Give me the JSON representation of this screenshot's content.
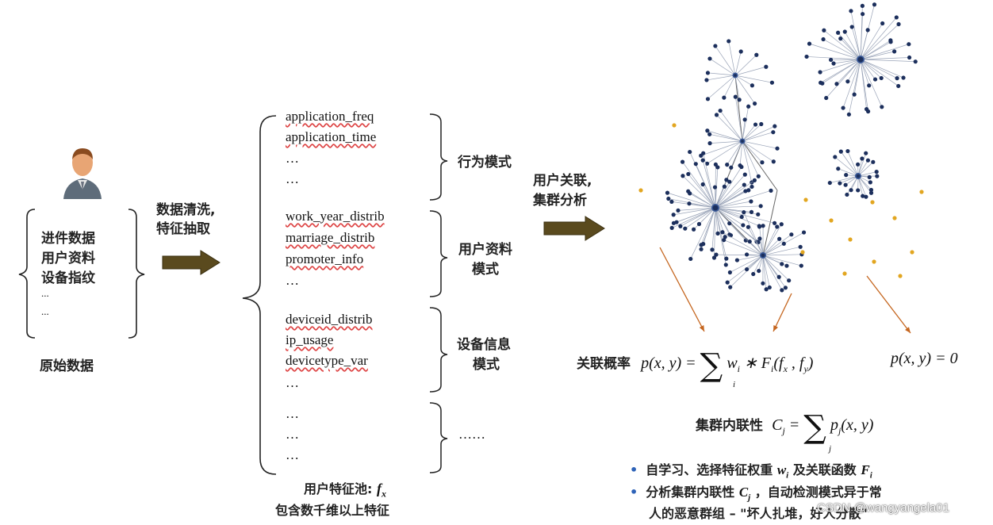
{
  "raw": {
    "items": [
      "进件数据",
      "用户资料",
      "设备指纹",
      "...",
      "..."
    ],
    "caption": "原始数据"
  },
  "step1": {
    "line1": "数据清洗,",
    "line2": "特征抽取"
  },
  "features": {
    "group1": {
      "items": [
        "application_freq",
        "application_time",
        "…",
        "…"
      ],
      "label": "行为模式"
    },
    "group2": {
      "items": [
        "work_year_distrib",
        "marriage_distrib",
        "promoter_info",
        "…"
      ],
      "label_l1": "用户资料",
      "label_l2": "模式"
    },
    "group3": {
      "items": [
        "deviceid_distrib",
        "ip_usage",
        "devicetype_var",
        "…"
      ],
      "label_l1": "设备信息",
      "label_l2": "模式"
    },
    "group4": {
      "items": [
        "…",
        "…",
        "…"
      ],
      "label": "……"
    },
    "pool_caption": "用户特征池:",
    "pool_symbol": "f",
    "pool_sub": "x",
    "pool_desc": "包含数千维以上特征"
  },
  "step2": {
    "line1": "用户关联,",
    "line2": "集群分析"
  },
  "formulas": {
    "prob_label": "关联概率",
    "prob_formula": "p(x, y) = ∑ w_i ∗ F_i(f_x , f_y)",
    "prob_zero": "p(x, y) = 0",
    "cluster_label": "集群内联性",
    "cluster_formula": "C_j = ∑ p_j(x, y)"
  },
  "bullets": [
    "自学习、选择特征权重 w_i 及关联函数 F_i",
    "分析集群内联性 C_j ，自动检测模式异于常",
    "人的恶意群组 – \"坏人扎堆，好人分散\""
  ],
  "watermark": "CSDN @wangyangela01",
  "colors": {
    "node": "#1c2f5c",
    "orange": "#e2a620",
    "arrow_fill": "#5a4a1e",
    "arrow_pointer": "#c5661f",
    "bullet": "#2e63b8"
  }
}
